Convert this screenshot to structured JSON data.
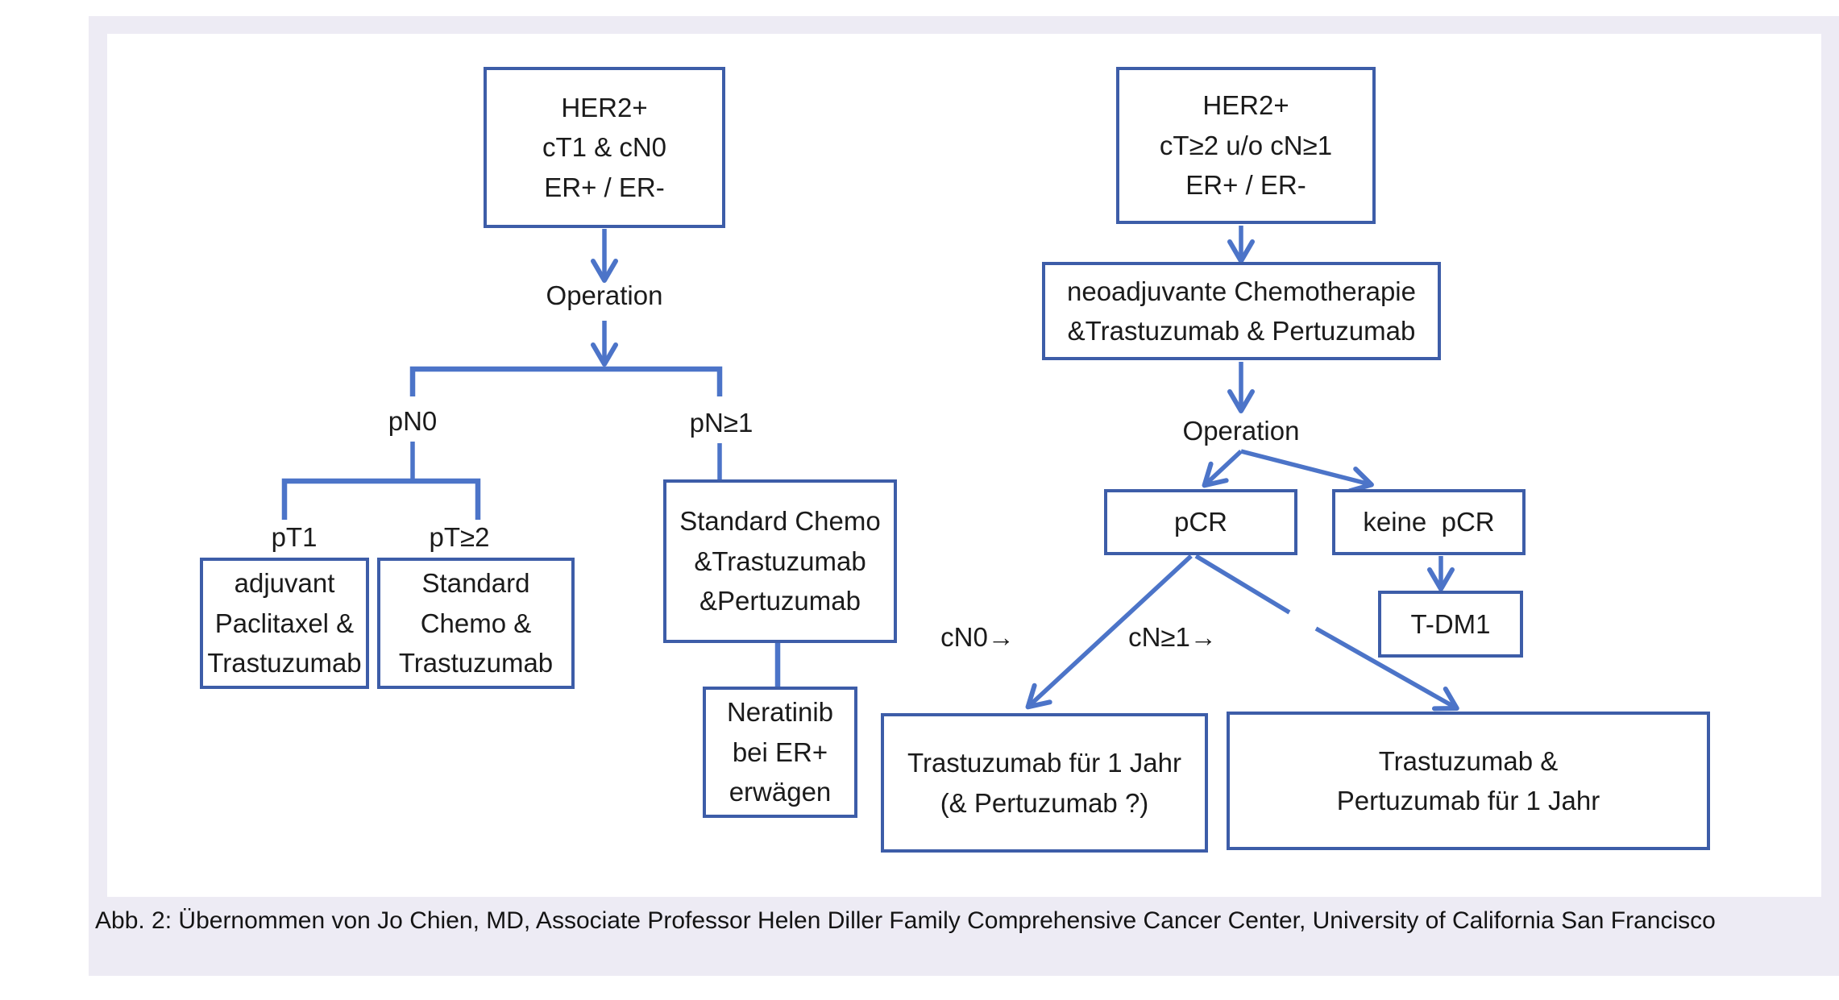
{
  "figure": {
    "caption": "Abb. 2: Übernommen von Jo Chien, MD, Associate Professor Helen Diller Family Comprehensive Cancer Center, University of California San Francisco",
    "colors": {
      "figure_background": "#EDEBF4",
      "panel_background": "#FFFFFF",
      "box_border": "#3D5DA8",
      "connector": "#4C74C8",
      "text": "#1B1B1B"
    }
  },
  "left_tree": {
    "root": {
      "lines": [
        "HER2+",
        "cT1 & cN0",
        "ER+ / ER-"
      ]
    },
    "operation_label": "Operation",
    "pn0_label": "pN0",
    "pn1_label": "pN≥1",
    "pt1_label": "pT1",
    "pt2_label": "pT≥2",
    "pt1_box": {
      "lines": [
        "adjuvant",
        "Paclitaxel &",
        "Trastuzumab"
      ]
    },
    "pt2_box": {
      "lines": [
        "Standard",
        "Chemo &",
        "Trastuzumab"
      ]
    },
    "pn1_box": {
      "lines": [
        "Standard Chemo",
        "&Trastuzumab",
        "&Pertuzumab"
      ]
    },
    "neratinib_box": {
      "lines": [
        "Neratinib",
        "bei ER+",
        "erwägen"
      ]
    }
  },
  "right_tree": {
    "root": {
      "lines": [
        "HER2+",
        "cT≥2 u/o cN≥1",
        "ER+ / ER-"
      ]
    },
    "neoadjuvant_box": {
      "lines": [
        "neoadjuvante Chemotherapie",
        "&Trastuzumab & Pertuzumab"
      ]
    },
    "operation_label": "Operation",
    "pcr_box": {
      "lines": [
        "pCR"
      ]
    },
    "no_pcr_box": {
      "lines": [
        "keine  pCR"
      ]
    },
    "tdm1_box": {
      "lines": [
        "T-DM1"
      ]
    },
    "cn0_label": "cN0→",
    "cn1_label": "cN≥1→",
    "trastuzumab_box": {
      "lines": [
        "Trastuzumab für 1 Jahr",
        "(& Pertuzumab ?)"
      ]
    },
    "trastuzumab_pertuzumab_box": {
      "lines": [
        "Trastuzumab &",
        "Pertuzumab für 1 Jahr"
      ]
    }
  }
}
